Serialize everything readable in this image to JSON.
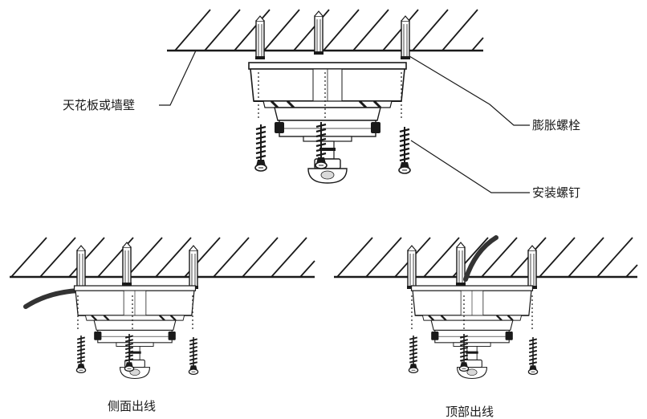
{
  "labels": {
    "ceiling": "天花板或墙壁",
    "expansion_bolt": "膨胀螺栓",
    "screw": "安装螺钉",
    "side_exit": "侧面出线",
    "top_exit": "顶部出线"
  },
  "colors": {
    "line": "#1a1a1a",
    "cable": "#333333",
    "body_fill": "#ffffff",
    "shade": "#d9d9d9"
  }
}
